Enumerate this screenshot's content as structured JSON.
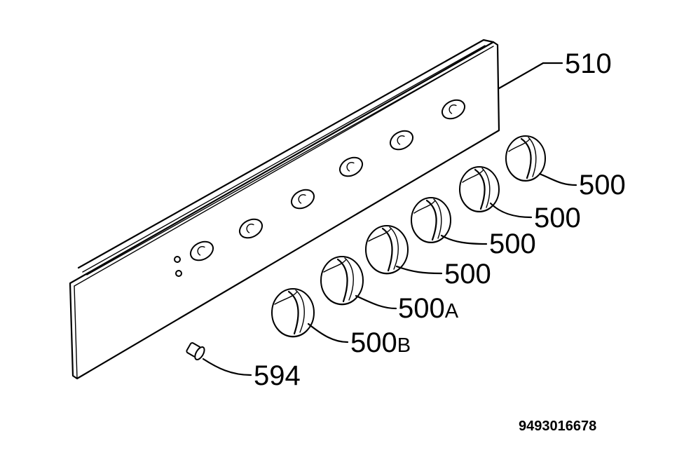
{
  "callouts": {
    "panel": "510",
    "knob_1": "500",
    "knob_2": "500",
    "knob_3": "500",
    "knob_4": "500",
    "knob_a_main": "500",
    "knob_a_suffix": "A",
    "knob_b_main": "500",
    "knob_b_suffix": "B",
    "pin": "594"
  },
  "document_number": "9493016678"
}
